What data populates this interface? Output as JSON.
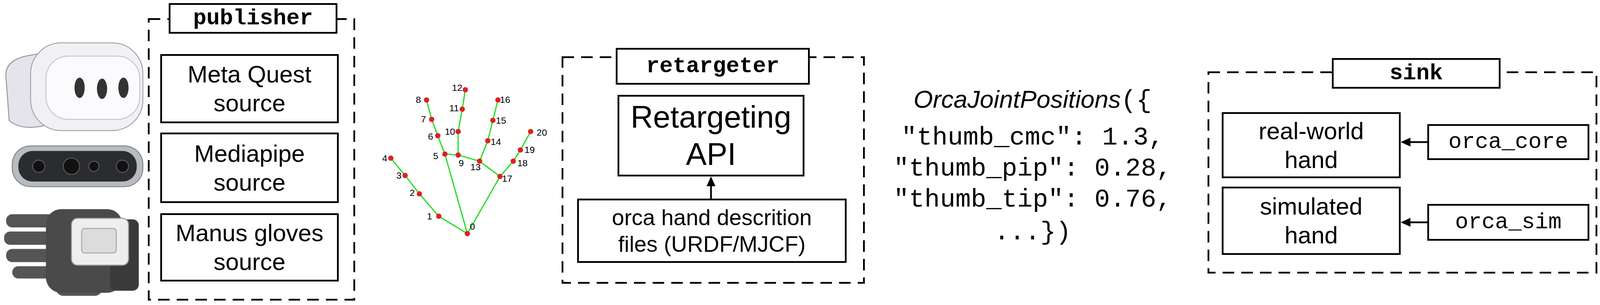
{
  "diagram": {
    "nodes": [
      {
        "text": [
          "publisher"
        ]
      },
      {
        "text": [
          "Meta Quest source"
        ],
        "in": 0
      },
      {
        "text": [
          "Mediapipe source"
        ],
        "in": 0
      },
      {
        "text": [
          "Manus gloves source"
        ],
        "in": 0
      },
      {
        "text": [
          "retargeter"
        ]
      },
      {
        "text": [
          "Retargeting API"
        ],
        "in": 4
      },
      {
        "text": [
          "orca hand descrition files (URDF/MJCF)"
        ],
        "in": 4
      },
      {
        "text": [
          "sink"
        ]
      },
      {
        "text": [
          "real-world hand"
        ],
        "in": 7
      },
      {
        "text": [
          "orca_core"
        ],
        "in": 7
      },
      {
        "text": [
          "simulated hand"
        ],
        "in": 7
      },
      {
        "text": [
          "orca_sim"
        ],
        "in": 7
      }
    ],
    "edges": [
      {
        "from": 6,
        "to": 5,
        "arrow": "to"
      },
      {
        "from": 9,
        "to": 8,
        "arrow": "to"
      },
      {
        "from": 11,
        "to": 10,
        "arrow": "to"
      }
    ],
    "labels": [
      "0",
      "1",
      "2",
      "3",
      "4",
      "5",
      "6",
      "7",
      "8",
      "9",
      "10",
      "11",
      "12",
      "13",
      "14",
      "15",
      "16",
      "17",
      "18",
      "19",
      "20",
      "OrcaJointPositions",
      "({",
      "\"thumb_cmc\": 1.3,",
      "\"thumb_pip\": 0.28,",
      "\"thumb_tip\": 0.76,",
      "...})"
    ]
  }
}
